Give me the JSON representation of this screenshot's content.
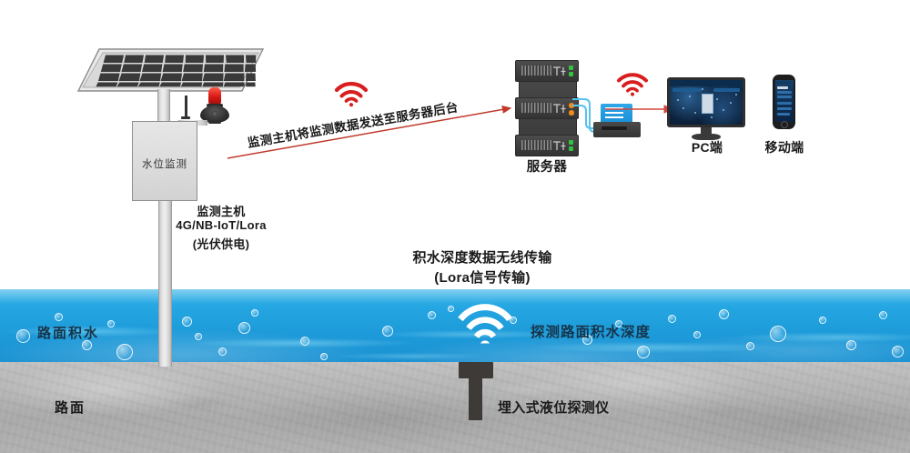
{
  "diagram": {
    "title_semantic": "road-waterlogging-monitoring-iot-system-diagram",
    "background_color": "#ffffff"
  },
  "station": {
    "cabinet_label": "水位监测",
    "caption_lines": [
      "监测主机",
      "4G/NB-IoT/Lora",
      "(光伏供电)"
    ],
    "solar_panel_name": "solar-panel",
    "beacon_name": "alarm-beacon",
    "beacon_color": "#d71a14"
  },
  "uplink": {
    "label": "监测主机将监测数据发送至服务器后台",
    "arrow_color": "#c0392b",
    "wifi_icon": "wifi-icon",
    "wifi_color": "#d81e1e"
  },
  "server": {
    "label": "服务器",
    "unit_count": 3,
    "led_colors": [
      "#34c13f",
      "#f08a1c",
      "#34c13f"
    ],
    "router_color": "#1e93d8",
    "cable_color": "#56c2ee"
  },
  "downlink": {
    "wifi_icon": "wifi-icon",
    "wifi_color": "#d81e1e",
    "arrow_color": "#d4453b"
  },
  "clients": [
    {
      "label": "PC端",
      "icon": "desktop-monitor-icon"
    },
    {
      "label": "移动端",
      "icon": "mobile-phone-icon"
    }
  ],
  "lora": {
    "line1": "积水深度数据无线传输",
    "line2": "(Lora信号传输)"
  },
  "water": {
    "label": "路面积水",
    "detect_label": "探测路面积水深度",
    "wifi_icon": "wifi-icon",
    "wifi_color": "#ffffff",
    "top_color": "#36b3e8",
    "bottom_color": "#1c92d2"
  },
  "road": {
    "label": "路面",
    "surface_color": "#b4b4b4"
  },
  "sensor": {
    "label": "埋入式液位探测仪",
    "icon": "embedded-level-sensor-icon",
    "color": "#3e3a37"
  }
}
